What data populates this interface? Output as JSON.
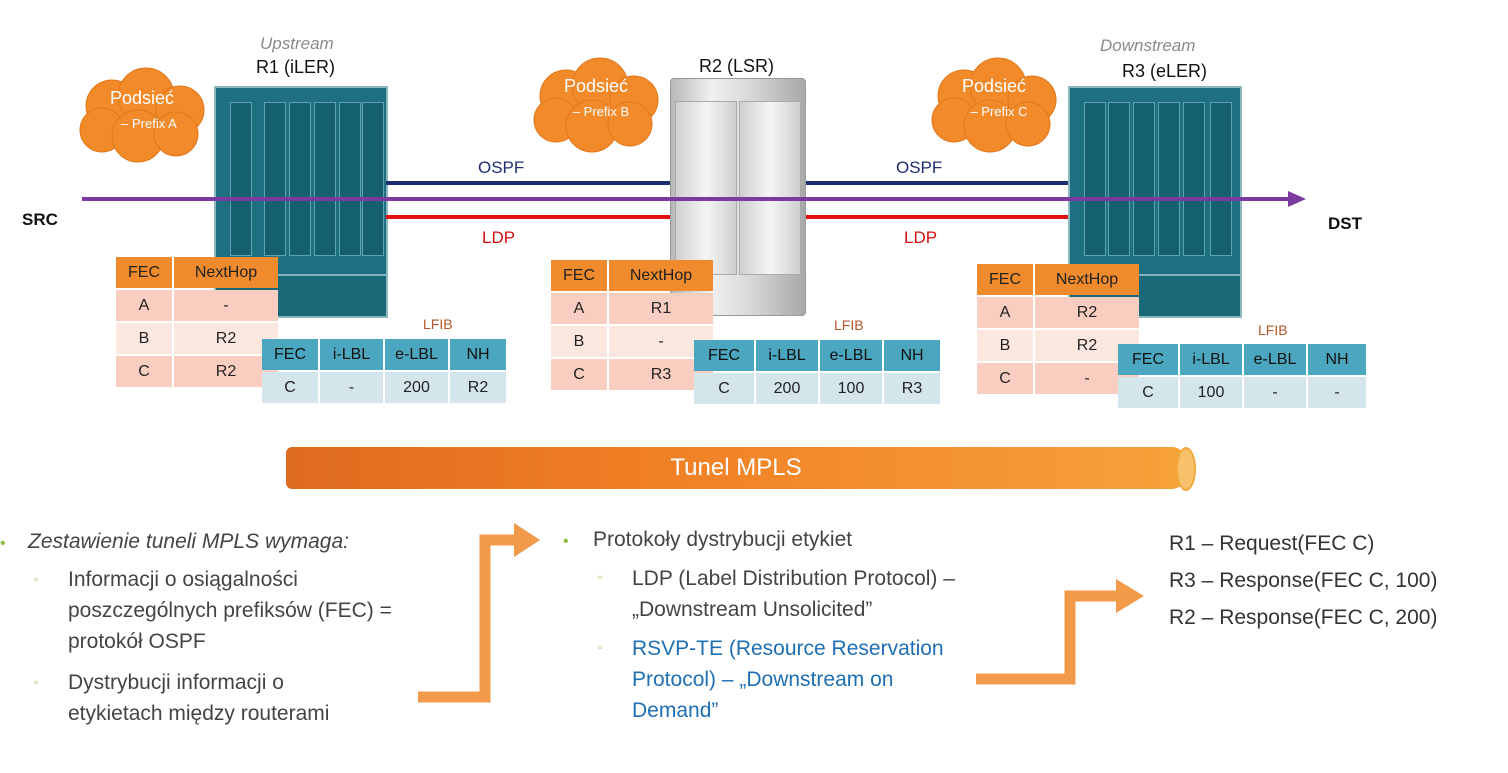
{
  "routers": {
    "r1": {
      "label": "R1 (iLER)",
      "stream": "Upstream"
    },
    "r2": {
      "label": "R2 (LSR)"
    },
    "r3": {
      "label": "R3 (eLER)",
      "stream": "Downstream"
    }
  },
  "clouds": [
    {
      "title": "Podsieć",
      "sub": "– Prefix A"
    },
    {
      "title": "Podsieć",
      "sub": "– Prefix B"
    },
    {
      "title": "Podsieć",
      "sub": "– Prefix C"
    }
  ],
  "endpoints": {
    "src": "SRC",
    "dst": "DST"
  },
  "links": {
    "ospf": "OSPF",
    "ldp": "LDP"
  },
  "lfib_label": "LFIB",
  "fec_tables": [
    {
      "headers": [
        "FEC",
        "NextHop"
      ],
      "rows": [
        [
          "A",
          "-"
        ],
        [
          "B",
          "R2"
        ],
        [
          "C",
          "R2"
        ]
      ]
    },
    {
      "headers": [
        "FEC",
        "NextHop"
      ],
      "rows": [
        [
          "A",
          "R1"
        ],
        [
          "B",
          "-"
        ],
        [
          "C",
          "R3"
        ]
      ]
    },
    {
      "headers": [
        "FEC",
        "NextHop"
      ],
      "rows": [
        [
          "A",
          "R2"
        ],
        [
          "B",
          "R2"
        ],
        [
          "C",
          "-"
        ]
      ]
    }
  ],
  "lfib_tables": [
    {
      "headers": [
        "FEC",
        "i-LBL",
        "e-LBL",
        "NH"
      ],
      "rows": [
        [
          "C",
          "-",
          "200",
          "R2"
        ]
      ]
    },
    {
      "headers": [
        "FEC",
        "i-LBL",
        "e-LBL",
        "NH"
      ],
      "rows": [
        [
          "C",
          "200",
          "100",
          "R3"
        ]
      ]
    },
    {
      "headers": [
        "FEC",
        "i-LBL",
        "e-LBL",
        "NH"
      ],
      "rows": [
        [
          "C",
          "100",
          "-",
          "-"
        ]
      ]
    }
  ],
  "tunnel": "Tunel MPLS",
  "left_bullets": {
    "heading": "Zestawienie tuneli MPLS wymaga:",
    "items": [
      [
        "Informacji o osiągalności",
        "poszczególnych prefiksów (FEC) =",
        "protokół OSPF"
      ],
      [
        "Dystrybucji informacji o",
        "etykietach między routerami"
      ]
    ]
  },
  "middle_bullets": {
    "heading": "Protokoły dystrybucji etykiet",
    "items": [
      [
        "LDP (Label Distribution Protocol) –",
        "„Downstream Unsolicited”"
      ],
      [
        "RSVP-TE (Resource Reservation",
        "Protocol) – „Downstream on",
        "Demand”"
      ]
    ]
  },
  "responses": [
    "R1 – Request(FEC C)",
    "R3 – Response(FEC C, 100)",
    "R2 – Response(FEC C, 200)"
  ],
  "colors": {
    "ospf_line": "#1d2e6e",
    "ldp_line": "#e01010",
    "path_arrow": "#7a3aa0",
    "accent_orange": "#ef8b2c",
    "lfib_blue": "#4ba6bf"
  }
}
